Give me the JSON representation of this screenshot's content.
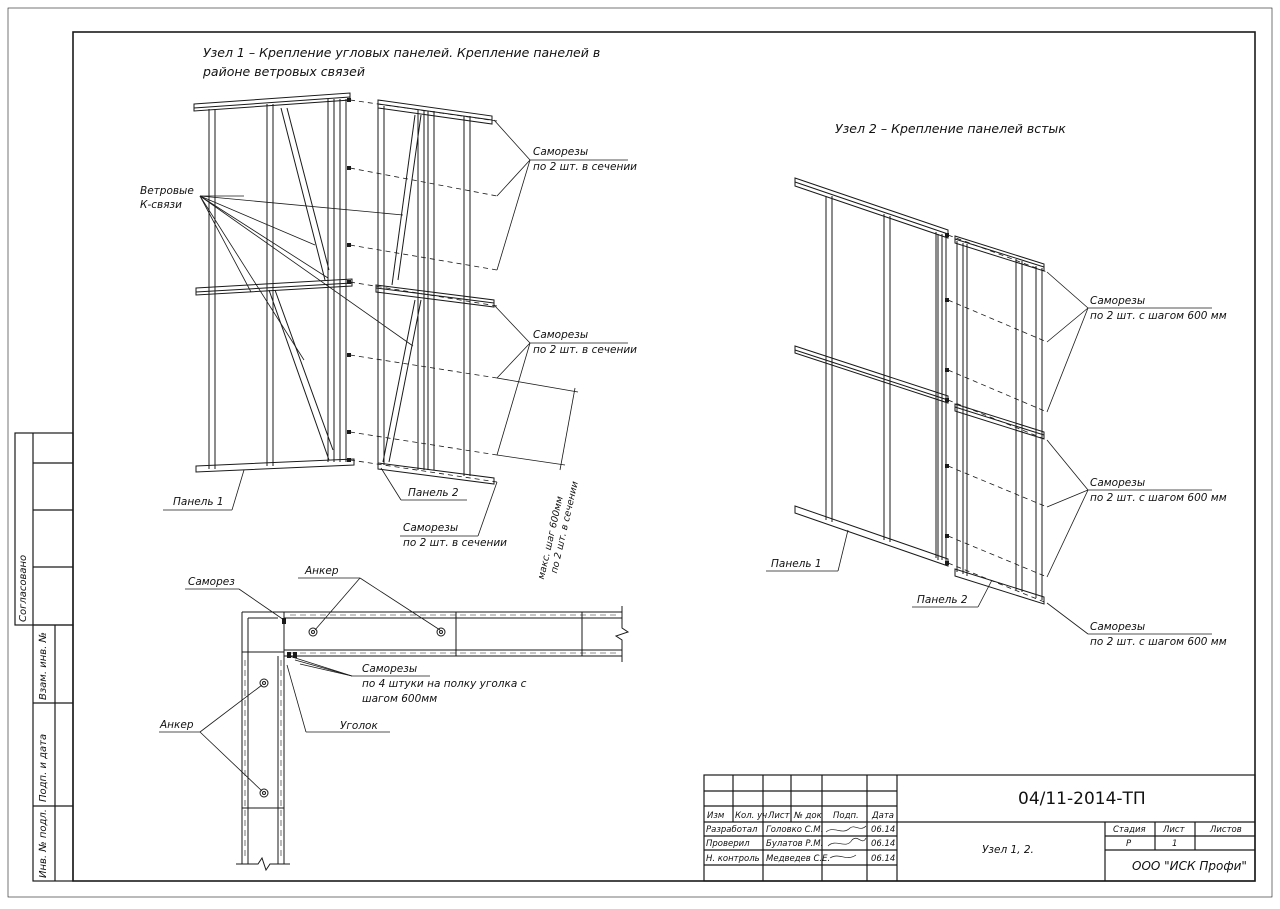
{
  "node1": {
    "title_line1": "Узел 1 – Крепление угловых панелей. Крепление панелей в",
    "title_line2": "районе ветровых связей",
    "wind_label_1": "Ветровые",
    "wind_label_2": "К-связи",
    "screws_top_1": "Саморезы",
    "screws_top_2": "по 2 шт. в сечении",
    "screws_mid_1": "Саморезы",
    "screws_mid_2": "по 2 шт. в сечении",
    "screws_bot_1": "Саморезы",
    "screws_bot_2": "по 2 шт. в сечении",
    "panel1": "Панель 1",
    "panel2": "Панель 2",
    "step_1": "макс. шаг 600мм",
    "step_2": "по 2 шт. в сечении"
  },
  "node2": {
    "title": "Узел 2 – Крепление панелей встык",
    "screws_1a": "Саморезы",
    "screws_1b": "по 2 шт. с шагом 600 мм",
    "screws_2a": "Саморезы",
    "screws_2b": "по 2 шт. с шагом 600 мм",
    "screws_3a": "Саморезы",
    "screws_3b": "по 2 шт. с шагом 600 мм",
    "panel1": "Панель 1",
    "panel2": "Панель 2"
  },
  "corner": {
    "samorez": "Саморез",
    "anchor_top": "Анкер",
    "anchor_left": "Анкер",
    "screws_1": "Саморезы",
    "screws_2": "по 4 штуки на полку уголка с",
    "screws_3": "шагом 600мм",
    "angle": "Уголок"
  },
  "side_stamp": {
    "agreed": "Согласовано",
    "replace": "Взам. инв. №",
    "sign_date": "Подп. и дата",
    "inv": "Инв. № подл."
  },
  "title_block": {
    "code": "04/11-2014-ТП",
    "sheet_name": "Узел 1, 2.",
    "company": "ООО \"ИСК Профи\"",
    "col_izm": "Изм",
    "col_kol": "Кол. уч",
    "col_list": "Лист",
    "col_ndok": "№ док",
    "col_podp": "Подп.",
    "col_data": "Дата",
    "rows": [
      {
        "role": "Разработал",
        "name": "Головко С.М.",
        "date": "06.14"
      },
      {
        "role": "Проверил",
        "name": "Булатов Р.М.",
        "date": "06.14"
      },
      {
        "role": "Н. контроль",
        "name": "Медведев С.Е.",
        "date": "06.14"
      }
    ],
    "stage_h": "Стадия",
    "list_h": "Лист",
    "lists_h": "Листов",
    "stage": "Р",
    "list": "1",
    "lists": ""
  }
}
